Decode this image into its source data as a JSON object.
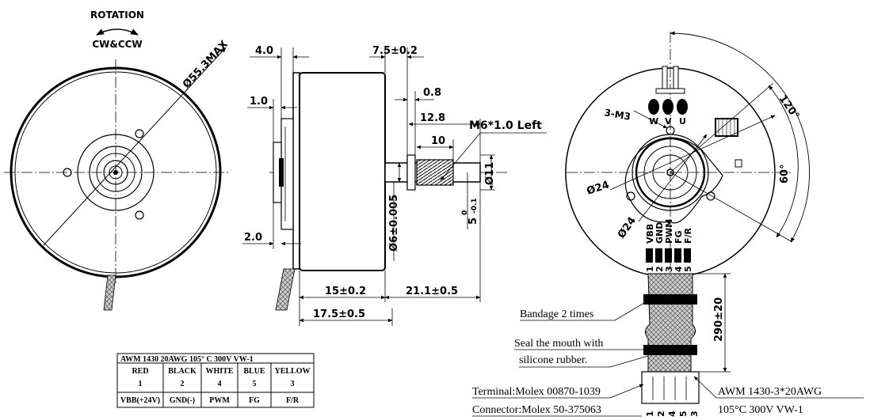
{
  "front_view": {
    "rotation_title": "ROTATION",
    "rotation_dir": "CW&CCW",
    "max_diameter": "Ø55.3MAX"
  },
  "side_view": {
    "dim_4_0": "4.0",
    "dim_1_0": "1.0",
    "dim_2_0": "2.0",
    "dim_7_5": "7.5±0.2",
    "dim_0_8": "0.8",
    "dim_12_8": "12.8",
    "dim_10": "10",
    "thread": "M6*1.0 Left",
    "dia_11": "Ø11",
    "dia_6": "Ø6±0.005",
    "flat_main": "5",
    "flat_tol_upper": "0",
    "flat_tol_lower": "-0.1",
    "dim_15": "15±0.2",
    "dim_21_1": "21.1±0.5",
    "dim_17_5": "17.5±0.5"
  },
  "rear_view": {
    "holes": "3-M3",
    "phase_w": "W",
    "phase_v": "V",
    "phase_u": "U",
    "angle_120": "120°",
    "angle_60": "60°",
    "dia_24_a": "Ø24",
    "dia_24_b": "Ø24",
    "pins": [
      {
        "name": "VBB",
        "num": "1"
      },
      {
        "name": "GND",
        "num": "2"
      },
      {
        "name": "PWM",
        "num": "3"
      },
      {
        "name": "FG",
        "num": "4"
      },
      {
        "name": "F/R",
        "num": "5"
      }
    ],
    "length": "290±20",
    "bandage": "Bandage 2 times",
    "seal_line1": "Seal the mouth with",
    "seal_line2": "silicone rubber.",
    "terminal": "Terminal:Molex 00870-1039",
    "connector": "Connector:Molex 50-375063",
    "connector_nums": [
      "1",
      "2",
      "4",
      "5",
      "3"
    ],
    "awm_spec": "AWM 1430-3*20AWG",
    "awm_rating": "105°C 300V VW-1"
  },
  "wire_table": {
    "header": "AWM 1430 20AWG 105° C 300V VW-1",
    "colors": [
      "RED",
      "BLACK",
      "WHITE",
      "BLUE",
      "YELLOW"
    ],
    "numbers": [
      "1",
      "2",
      "4",
      "5",
      "3"
    ],
    "functions": [
      "VBB(+24V)",
      "GND(-)",
      "PWM",
      "FG",
      "F/R"
    ]
  }
}
